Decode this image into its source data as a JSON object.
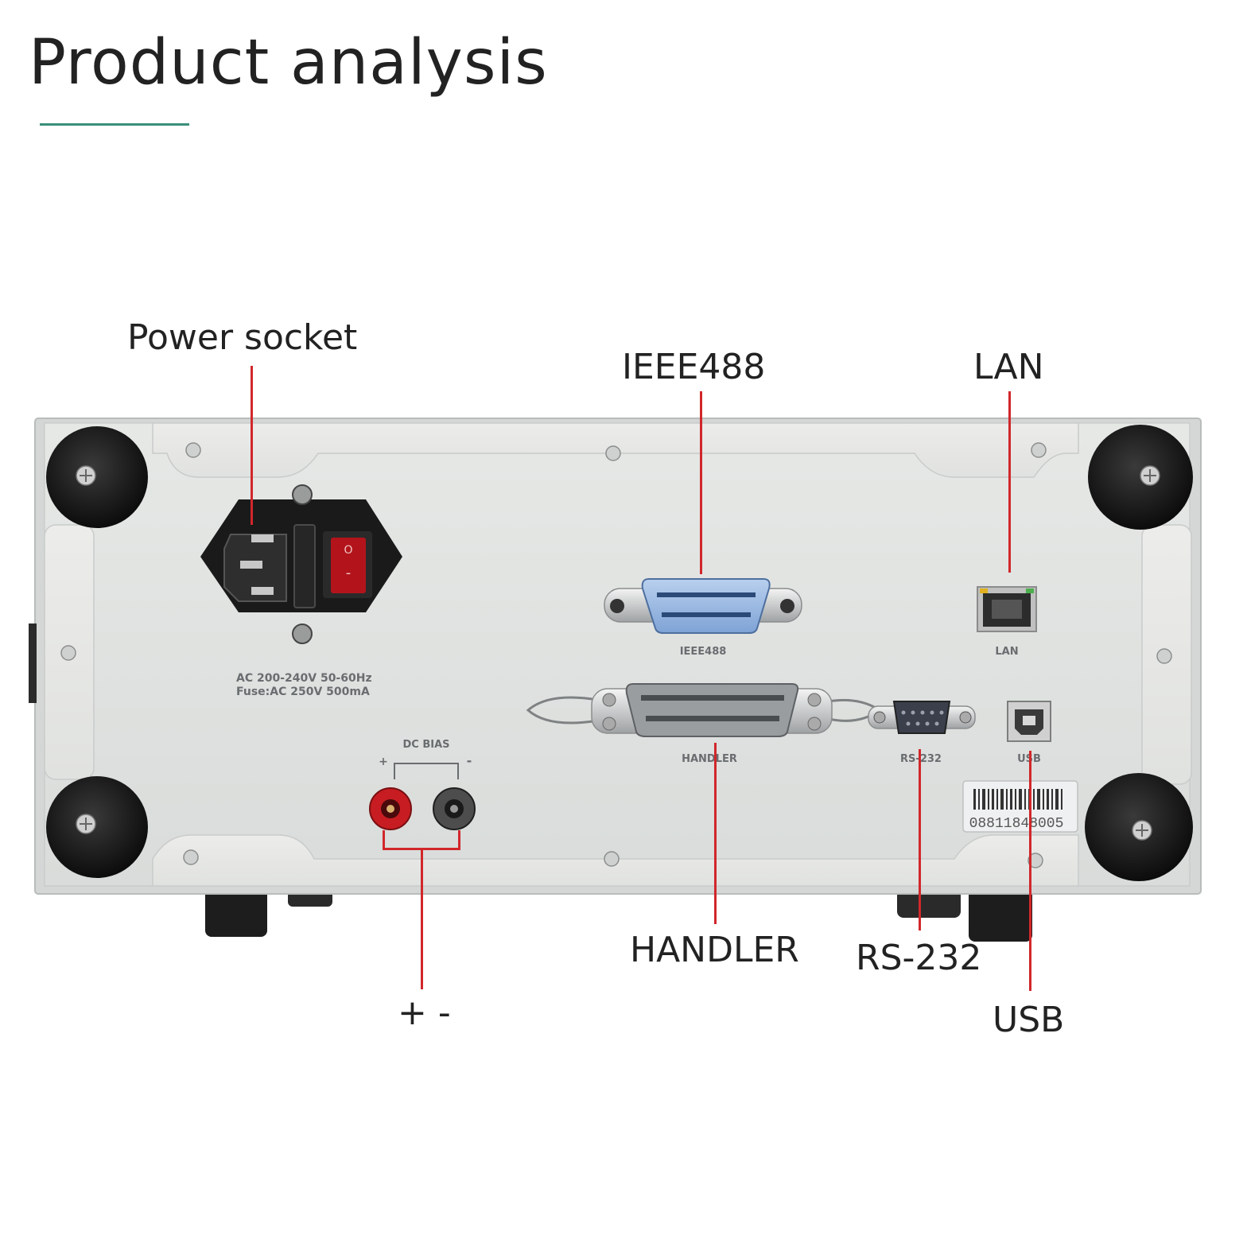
{
  "page": {
    "title": "Product analysis",
    "accent_color": "#3a8f7a",
    "callout_color": "#d1272b"
  },
  "callouts": {
    "power_socket": "Power socket",
    "ieee488": "IEEE488",
    "lan": "LAN",
    "handler": "HANDLER",
    "rs232": "RS-232",
    "usb": "USB",
    "dc_bias_terminals": "+ -"
  },
  "panel_labels": {
    "power_rating_line1": "AC 200-240V 50-60Hz",
    "power_rating_line2": "Fuse:AC 250V 500mA",
    "switch_on": "O",
    "switch_off": "-",
    "ieee488": "IEEE488",
    "lan": "LAN",
    "handler": "HANDLER",
    "rs232": "RS-232",
    "usb": "USB",
    "dc_bias": "DC BIAS",
    "dc_bias_plus": "+",
    "dc_bias_minus": "-",
    "serial_number": "08811848005"
  },
  "icons": {
    "screw": "screw-icon",
    "rubber_foot": "rubber-foot-icon",
    "barcode": "barcode-icon"
  }
}
